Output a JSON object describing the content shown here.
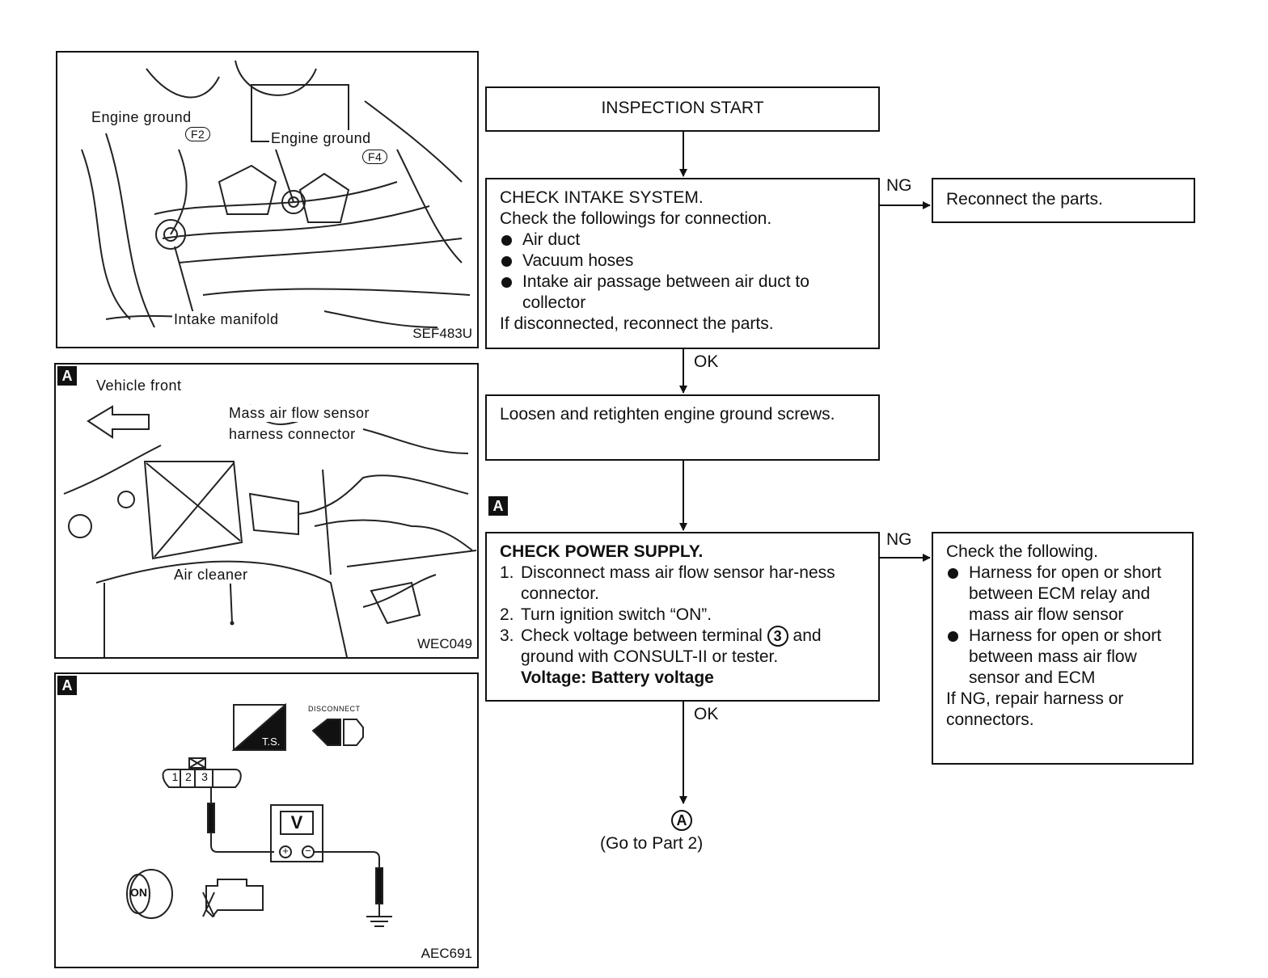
{
  "figures": {
    "engine_ground": {
      "label_engine_ground_1": "Engine ground",
      "label_f2": "F2",
      "label_engine_ground_2": "Engine ground",
      "label_f4": "F4",
      "label_intake_manifold": "Intake manifold",
      "code": "SEF483U"
    },
    "maf_connector": {
      "tag": "A",
      "label_vehicle_front": "Vehicle front",
      "label_maf_1": "Mass air flow sensor",
      "label_maf_2": "harness connector",
      "label_air_cleaner": "Air cleaner",
      "code": "WEC049"
    },
    "voltage_check": {
      "tag": "A",
      "ts_label": "T.S.",
      "disconnect_label": "DISCONNECT",
      "pins": [
        "1",
        "2",
        "3"
      ],
      "meter_label": "V",
      "plus": "+",
      "minus": "−",
      "key_label": "ON",
      "code": "AEC691"
    }
  },
  "flow": {
    "start": "INSPECTION START",
    "intake": {
      "title": "CHECK INTAKE SYSTEM.",
      "line1": "Check the followings for connection.",
      "items": [
        "Air duct",
        "Vacuum hoses",
        "Intake air passage between air duct to collector"
      ],
      "footer": "If disconnected, reconnect the parts."
    },
    "ng_1": "NG",
    "reconnect": "Reconnect the parts.",
    "ok_1": "OK",
    "loosen": "Loosen and retighten engine ground screws.",
    "marker_a": "A",
    "power": {
      "title": "CHECK POWER SUPPLY.",
      "steps": [
        {
          "n": "1.",
          "text": "Disconnect mass air flow sensor har-ness connector."
        },
        {
          "n": "2.",
          "text": "Turn ignition switch “ON”."
        },
        {
          "n": "3.",
          "text_pre": "Check voltage between terminal",
          "terminal": "3",
          "text_post": "and ground with CONSULT-II or tester."
        }
      ],
      "voltage": "Voltage: Battery voltage"
    },
    "ng_2": "NG",
    "check_following": {
      "title": "Check the following.",
      "items": [
        "Harness for open or short between ECM relay and mass air flow sensor",
        "Harness for open or short between mass air flow sensor and ECM"
      ],
      "footer": "If NG, repair harness or connectors."
    },
    "ok_2": "OK",
    "goto_marker": "A",
    "goto_text": "(Go to Part 2)"
  }
}
